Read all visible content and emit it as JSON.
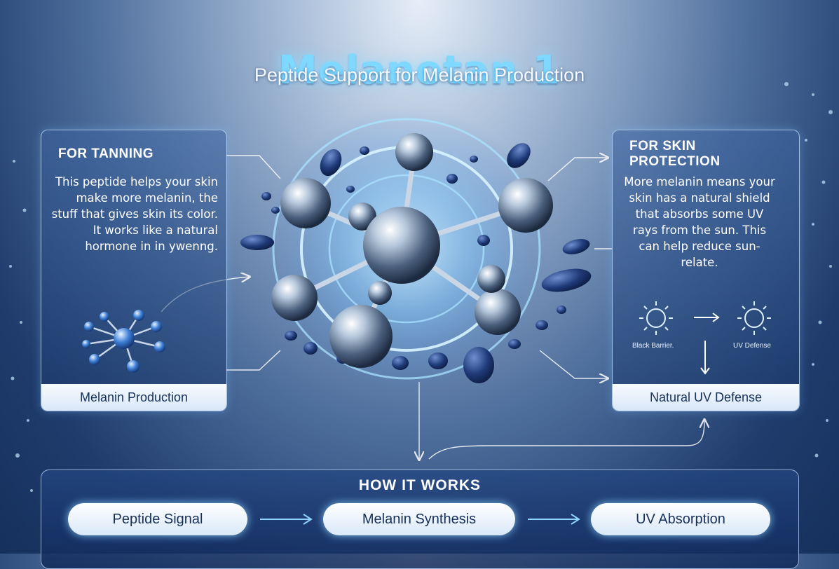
{
  "header": {
    "title": "Melanotan 1",
    "subtitle": "Peptide Support for Melanin Production"
  },
  "left_panel": {
    "heading": "FOR TANNING",
    "body": "This peptide helps your skin make more melanin, the stuff that gives skin its color. It works like a natural hormone in in ywenng.",
    "footer": "Melanin Production",
    "icon": "molecule-icon"
  },
  "right_panel": {
    "heading": "FOR SKIN PROTECTION",
    "body": "More melanin means your skin has a natural shield that absorbs some UV rays from the sun. This can help reduce sun-relate.",
    "sun_label_left": "Black Barrier.",
    "sun_label_right": "UV Defense",
    "footer": "Natural UV Defense",
    "icon": "sun-icon"
  },
  "how_it_works": {
    "title": "HOW IT WORKS",
    "steps": [
      {
        "label": "Peptide Signal"
      },
      {
        "label": "Melanin Synthesis"
      },
      {
        "label": "UV Absorption"
      }
    ]
  },
  "colors": {
    "title": "#7fd8ff",
    "accent_glow": "#7cc8ff",
    "panel_border": "#c8e1ff",
    "navy": "#16305a"
  }
}
